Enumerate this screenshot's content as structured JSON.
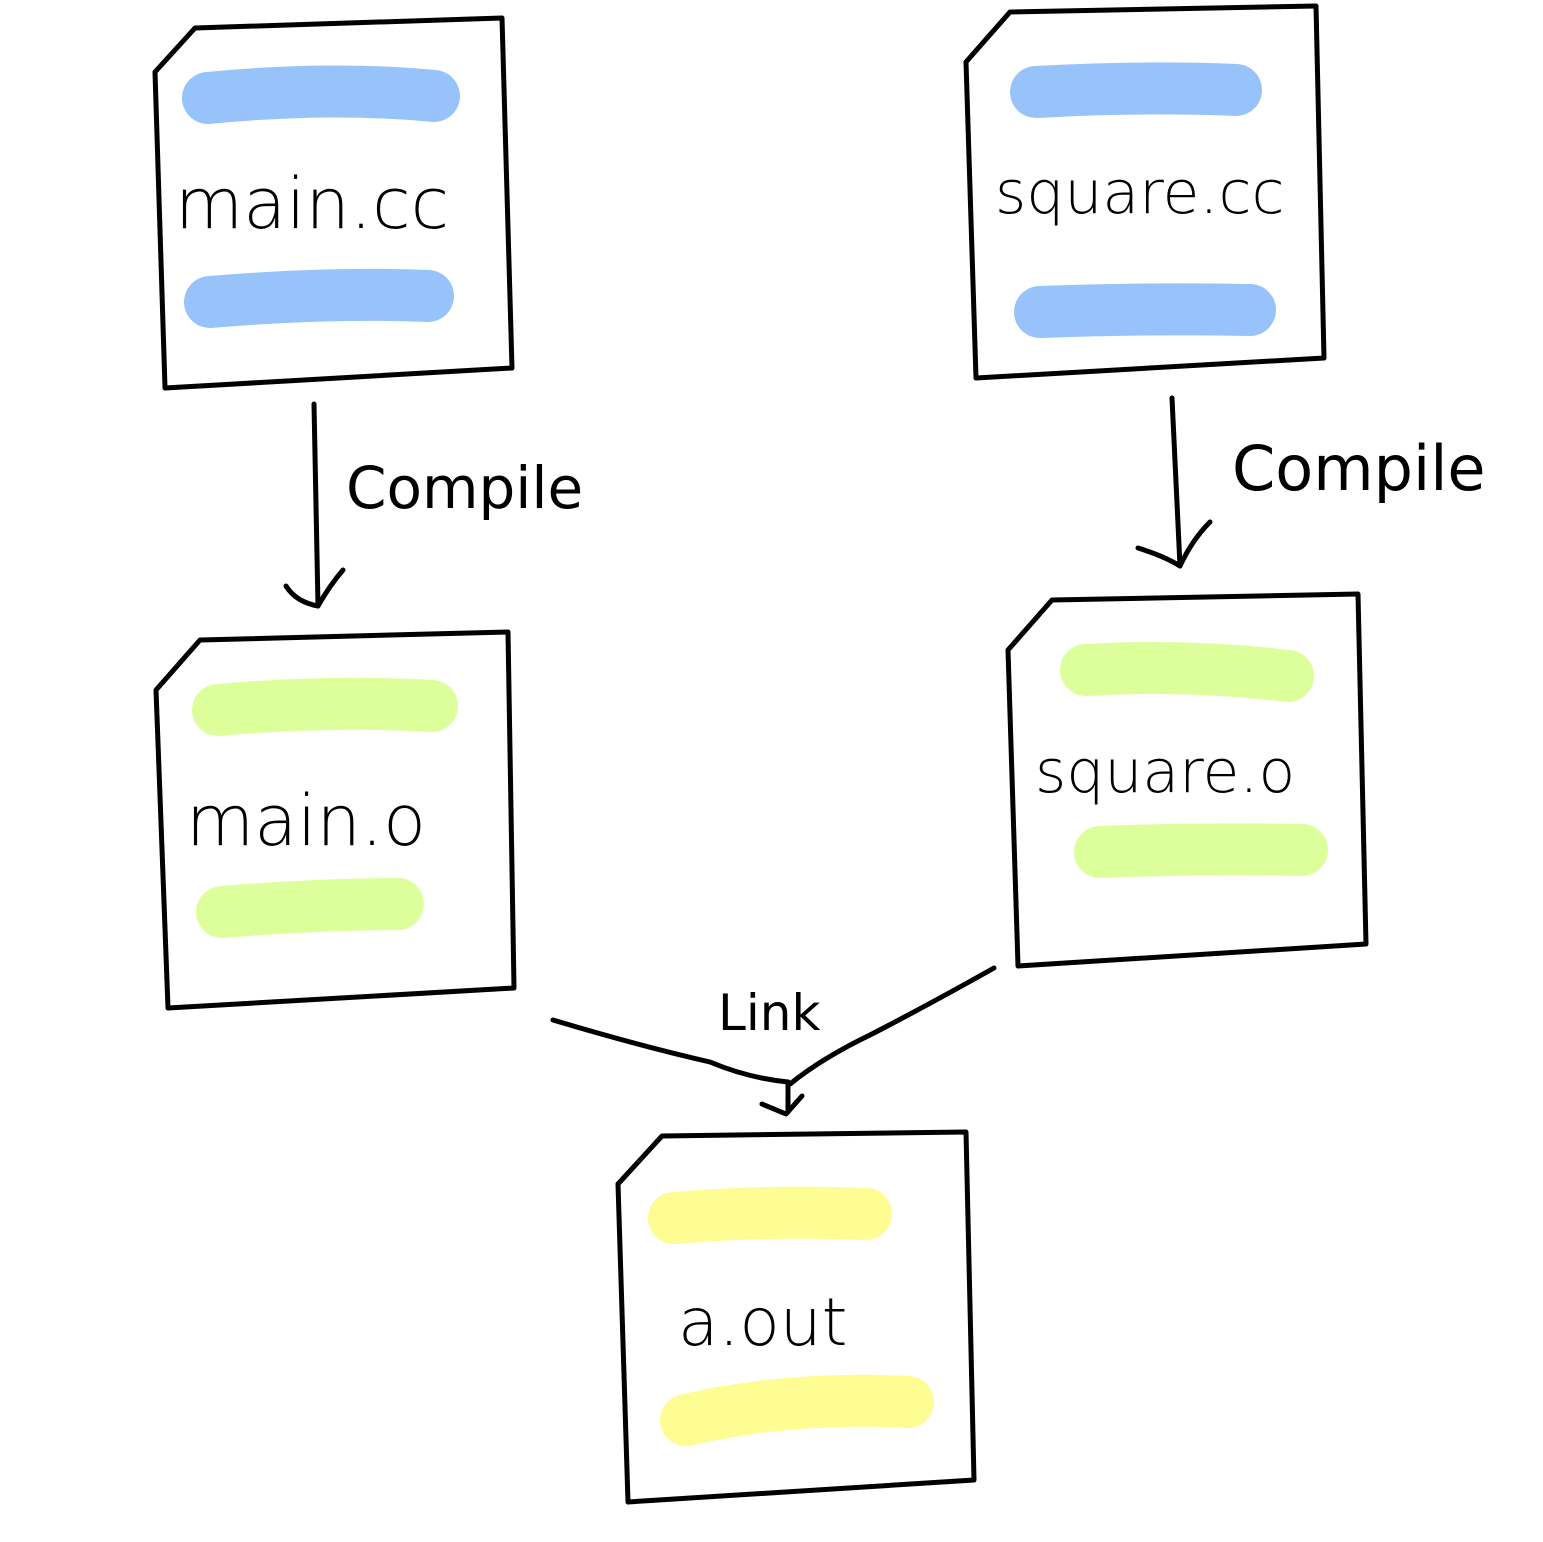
{
  "files": {
    "main_cc": "main.cc",
    "square_cc": "square.cc",
    "main_o": "main.o",
    "square_o": "square.o",
    "a_out": "a.out"
  },
  "edges": {
    "compile_main": "Compile",
    "compile_square": "Compile",
    "link": "Link"
  },
  "colors": {
    "source_stripe": "#97c3fa",
    "object_stripe": "#dcff9c",
    "executable_stripe": "#fdfd94",
    "outline": "#000000"
  }
}
